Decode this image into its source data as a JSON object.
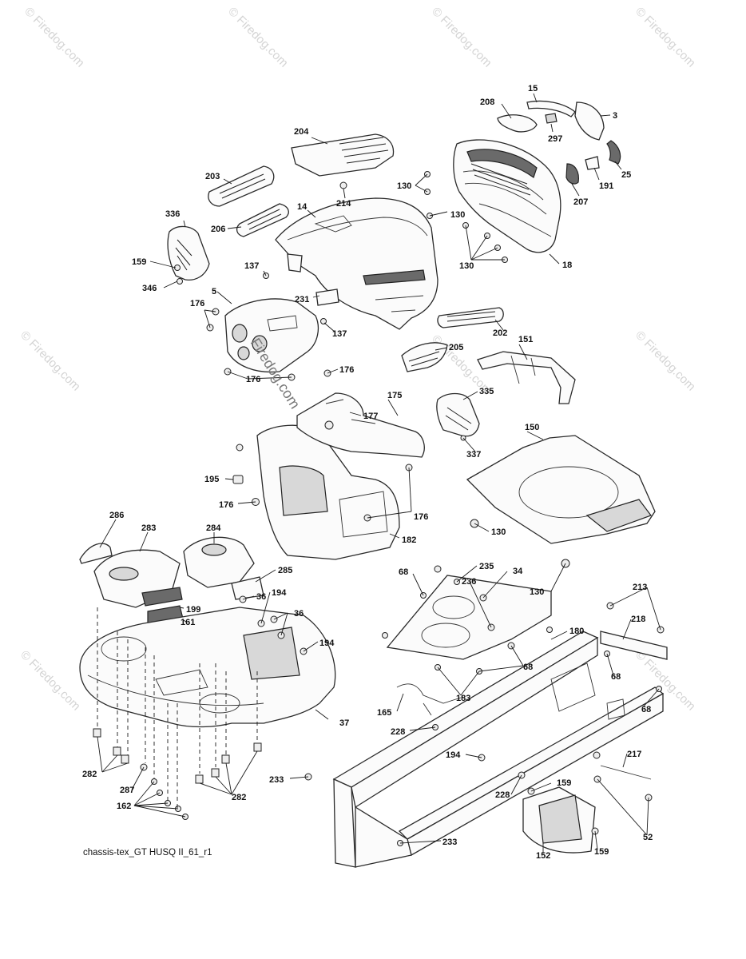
{
  "callouts": {
    "c15": "15",
    "c208": "208",
    "c3": "3",
    "c297": "297",
    "c25": "25",
    "c191": "191",
    "c207": "207",
    "c204": "204",
    "c203": "203",
    "c214": "214",
    "c130a": "130",
    "c130b": "130",
    "c130c": "130",
    "c14": "14",
    "c206": "206",
    "c336": "336",
    "c18": "18",
    "c159a": "159",
    "c346": "346",
    "c137a": "137",
    "c5": "5",
    "c231": "231",
    "c137b": "137",
    "c202": "202",
    "c176a": "176",
    "c205": "205",
    "c151": "151",
    "c176b": "176",
    "c176c": "176",
    "c175": "175",
    "c177": "177",
    "c335": "335",
    "c337": "337",
    "c150": "150",
    "c195": "195",
    "c176d": "176",
    "c176e": "176",
    "c130d": "130",
    "c182": "182",
    "c286": "286",
    "c283": "283",
    "c284": "284",
    "c285": "285",
    "c68a": "68",
    "c235": "235",
    "c34": "34",
    "c236": "236",
    "c130e": "130",
    "c36a": "36",
    "c194a": "194",
    "c36b": "36",
    "c199": "199",
    "c161": "161",
    "c194b": "194",
    "c213": "213",
    "c218": "218",
    "c180": "180",
    "c68b": "68",
    "c68c": "68",
    "c68d": "68",
    "c183": "183",
    "c165": "165",
    "c37": "37",
    "c228a": "228",
    "c194c": "194",
    "c217": "217",
    "c282a": "282",
    "c287": "287",
    "c233a": "233",
    "c228b": "228",
    "c159b": "159",
    "c162": "162",
    "c282b": "282",
    "c52": "52",
    "c233b": "233",
    "c152": "152",
    "c159c": "159"
  },
  "watermark": "© Firedog.com",
  "stamp": "Firedog.com",
  "caption": "chassis-tex_GT HUSQ II_61_r1"
}
